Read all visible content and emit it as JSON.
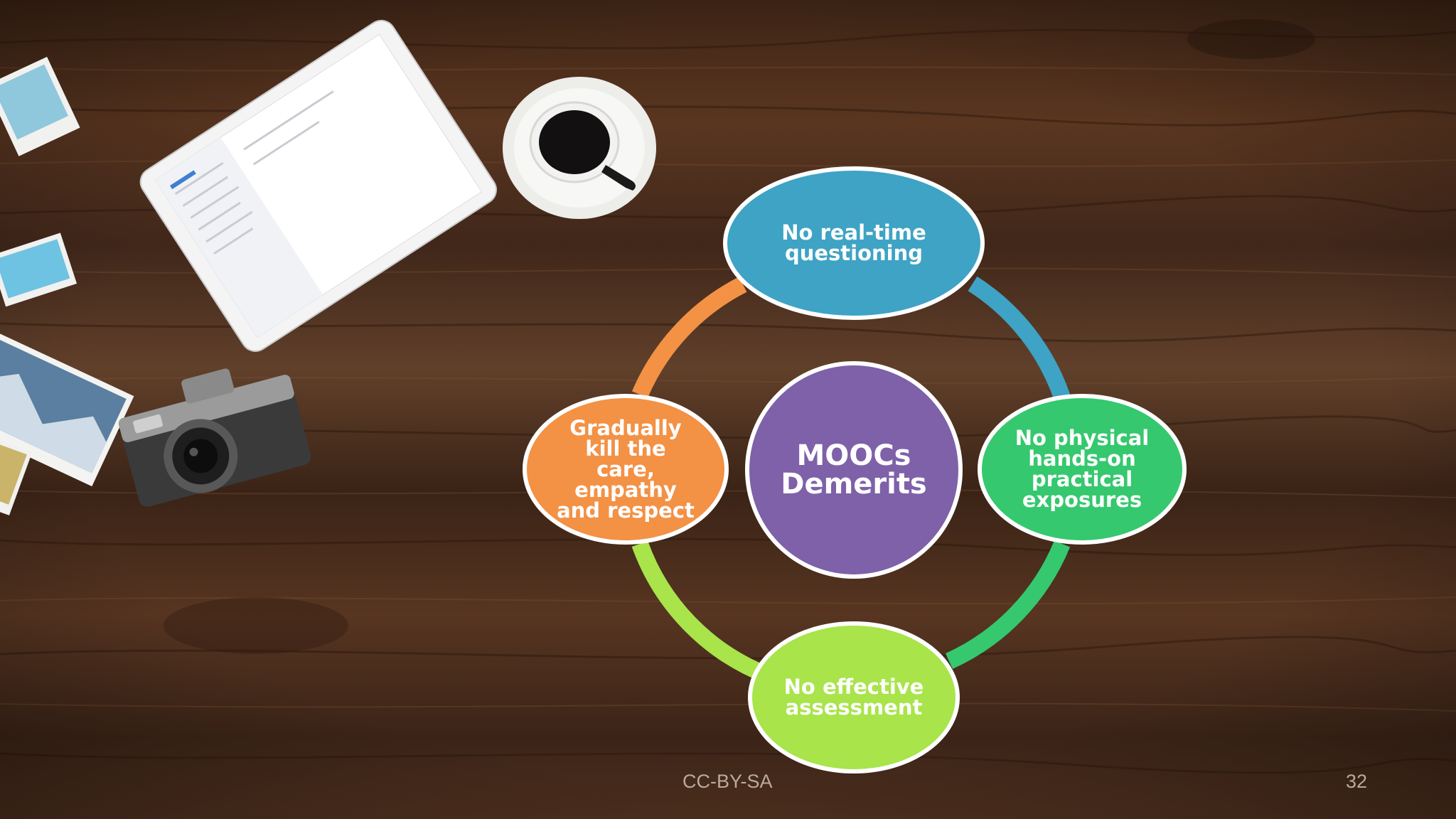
{
  "slide": {
    "center_label": "MOOCs\nDemerits",
    "nodes": [
      {
        "label": "No real-time\nquestioning",
        "color": "#3ea3c4"
      },
      {
        "label": "No physical\nhands-on\npractical\nexposures",
        "color": "#35c86e"
      },
      {
        "label": "No effective\nassessment",
        "color": "#a8e44a"
      },
      {
        "label": "Gradually\nkill the\ncare,\nempathy\nand respect",
        "color": "#f39145"
      }
    ],
    "center_color": "#7e61a8",
    "footer_license": "CC-BY-SA",
    "page_number": "32"
  },
  "icons": [
    "tablet-icon",
    "coffee-cup-icon",
    "camera-icon",
    "photo-print-icon"
  ]
}
